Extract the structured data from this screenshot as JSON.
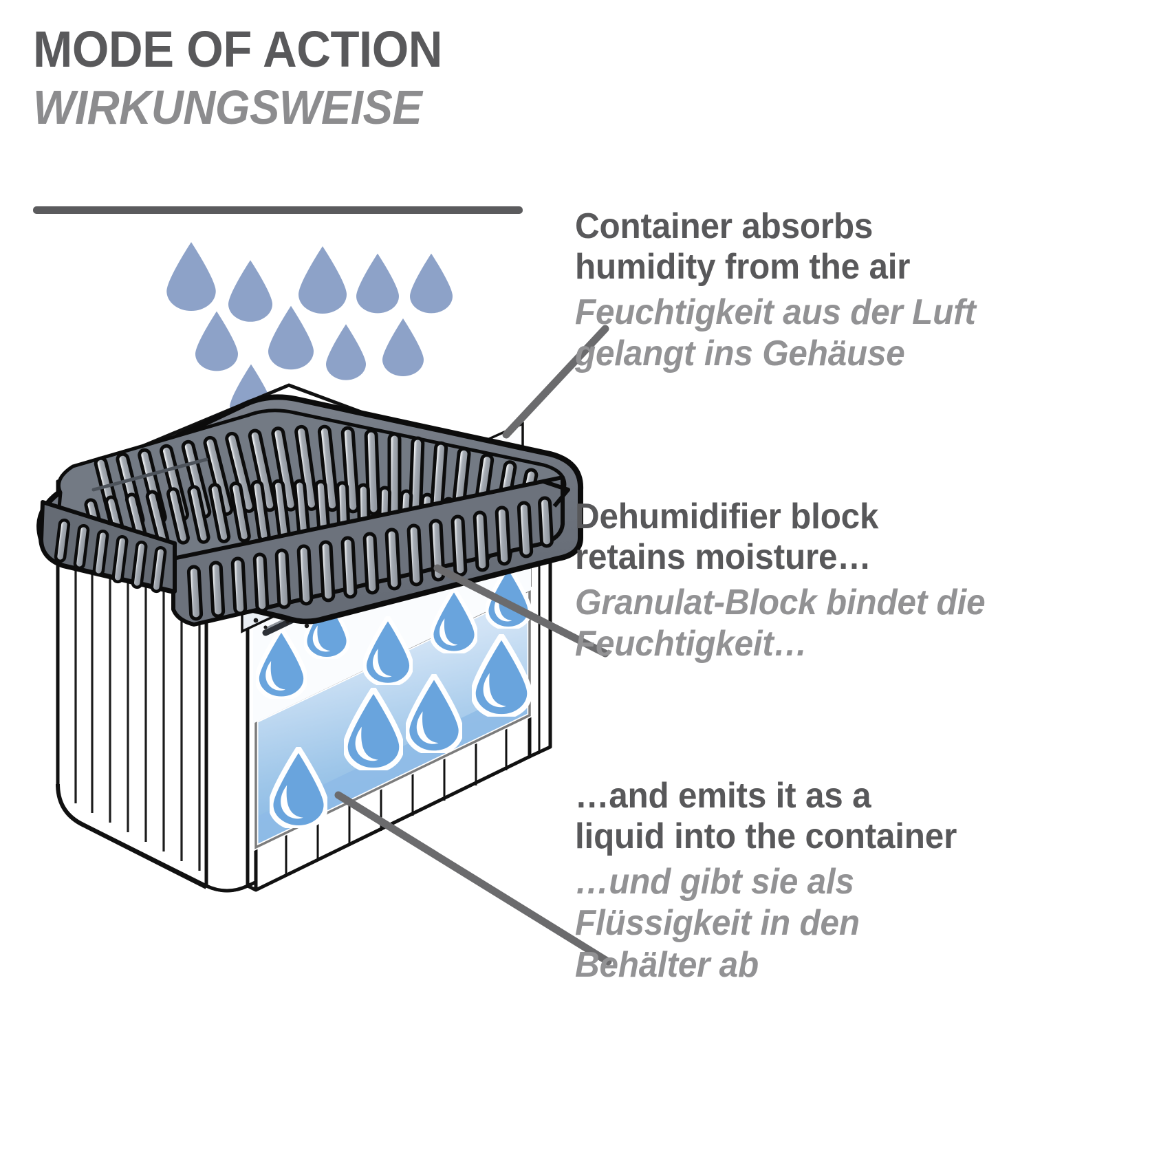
{
  "title": {
    "english": "MODE OF ACTION",
    "german": "WIRKUNGSWEISE"
  },
  "callouts": [
    {
      "id": "absorbs",
      "english_line_1": "Container absorbs",
      "english_line_2": "humidity from the air",
      "german_line_1": "Feuchtigkeit aus der Luft",
      "german_line_2": "gelangt ins Gehäuse"
    },
    {
      "id": "retains",
      "english_line_1": "Dehumidifier block",
      "english_line_2": "retains moisture…",
      "german_line_1": "Granulat-Block bindet die",
      "german_line_2": "Feuchtigkeit…"
    },
    {
      "id": "emits",
      "english_line_1": "…and emits it as a",
      "english_line_2": "liquid into the container",
      "german_line_1": "…und gibt sie als",
      "german_line_2": "Flüssigkeit in den",
      "german_line_3": "Behälter ab"
    }
  ],
  "illustration": {
    "label": "cutaway-dehumidifier-container",
    "parts": [
      {
        "name": "rain-drops",
        "count": 11
      },
      {
        "name": "vented-lid"
      },
      {
        "name": "granulate-block"
      },
      {
        "name": "grate-shelf"
      },
      {
        "name": "water-reservoir"
      },
      {
        "name": "ribbed-container-body"
      }
    ]
  },
  "colors": {
    "title_dark": "#59595b",
    "title_light": "#8c8c8e",
    "text_dark": "#58585a",
    "text_light": "#929294",
    "rule": "#5b5b5d",
    "rain_drop": "#8da2c8",
    "lid_fill": "#6f757f",
    "lid_slot": "#9aa0a8",
    "water_drop": "#69a4dd",
    "water_top": "#dceaf8",
    "water_bottom": "#86b7e4",
    "leader_line": "#6b6b6d",
    "outline": "#000000",
    "body_fill": "#ffffff"
  }
}
